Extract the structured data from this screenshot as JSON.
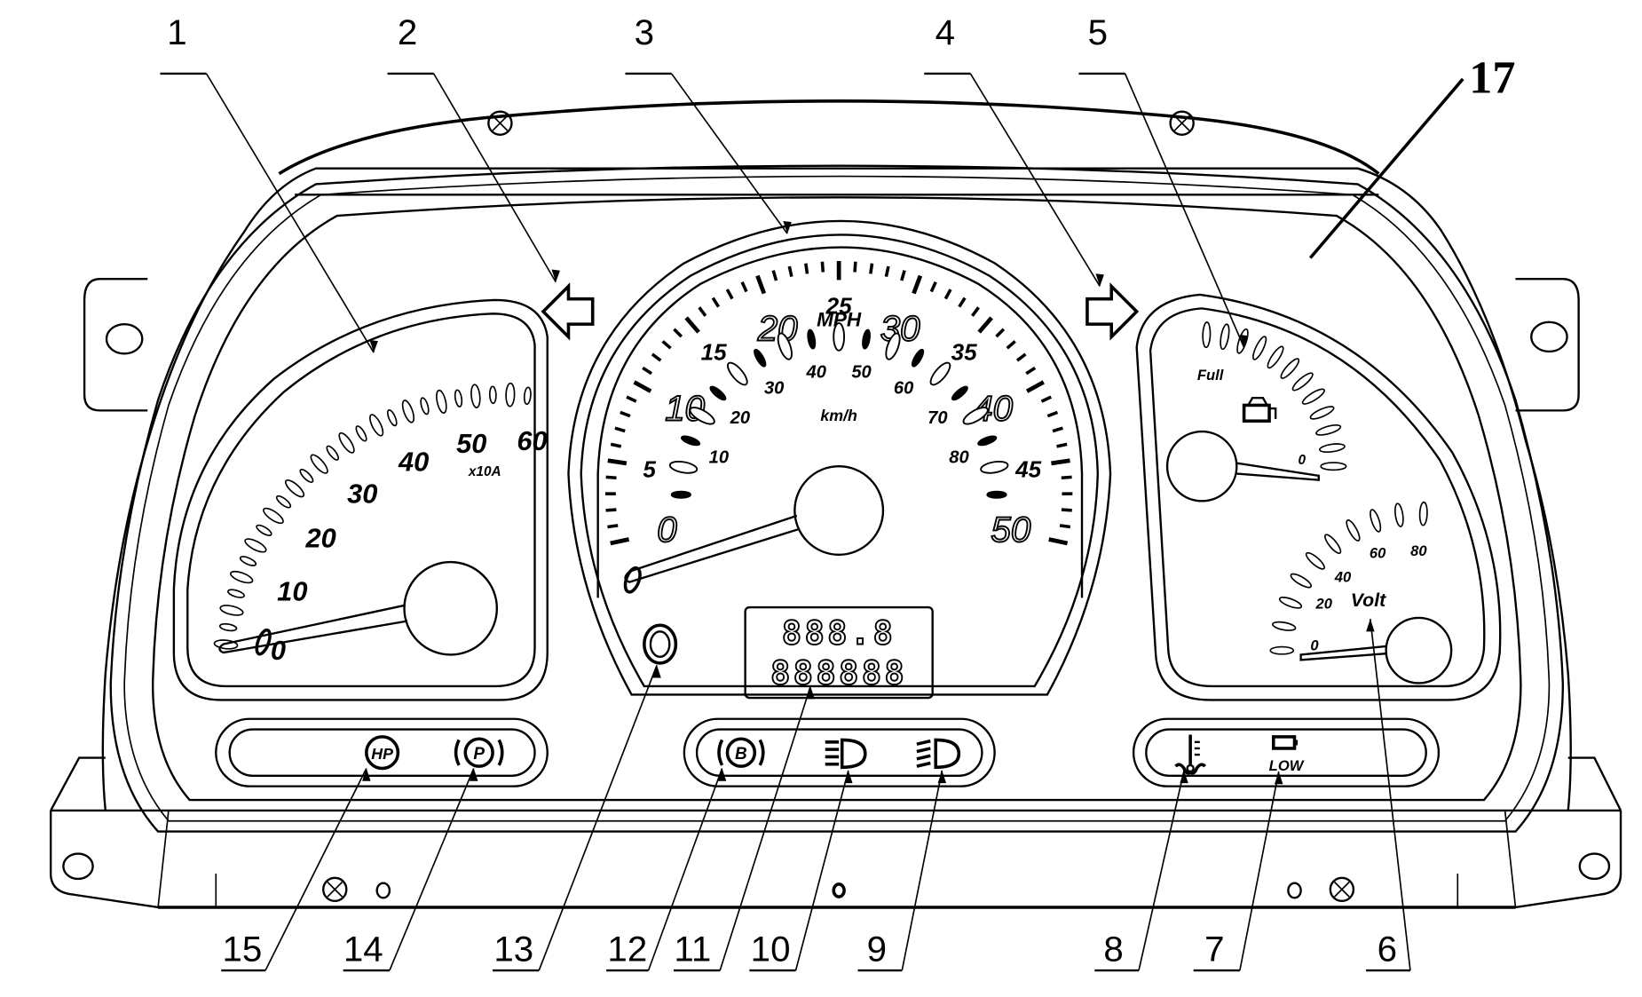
{
  "figure": {
    "callouts": [
      {
        "id": "1",
        "label": "1"
      },
      {
        "id": "2",
        "label": "2"
      },
      {
        "id": "3",
        "label": "3"
      },
      {
        "id": "4",
        "label": "4"
      },
      {
        "id": "5",
        "label": "5"
      },
      {
        "id": "6",
        "label": "6"
      },
      {
        "id": "7",
        "label": "7"
      },
      {
        "id": "8",
        "label": "8"
      },
      {
        "id": "9",
        "label": "9"
      },
      {
        "id": "10",
        "label": "10"
      },
      {
        "id": "11",
        "label": "11"
      },
      {
        "id": "12",
        "label": "12"
      },
      {
        "id": "13",
        "label": "13"
      },
      {
        "id": "14",
        "label": "14"
      },
      {
        "id": "15",
        "label": "15"
      },
      {
        "id": "17",
        "label": "17"
      }
    ]
  },
  "ammeter": {
    "scale": [
      "0",
      "10",
      "20",
      "30",
      "40",
      "50",
      "60"
    ],
    "unit": "x10A",
    "needle_value": 0
  },
  "speedometer": {
    "mph_scale": [
      "0",
      "5",
      "10",
      "15",
      "20",
      "25",
      "30",
      "35",
      "40",
      "45",
      "50"
    ],
    "mph_unit": "MPH",
    "kmh_scale": [
      "10",
      "20",
      "30",
      "40",
      "50",
      "60",
      "70",
      "80"
    ],
    "kmh_unit": "km/h",
    "needle_value": 0
  },
  "odometer": {
    "trip": "888.8",
    "total": "888888"
  },
  "fuel_gauge": {
    "full_label": "Full",
    "empty_label": "0",
    "icon": "fuel-pump-icon",
    "needle_value": 0
  },
  "voltmeter": {
    "scale": [
      "0",
      "20",
      "40",
      "60",
      "80"
    ],
    "unit": "Volt",
    "needle_value": 0
  },
  "indicators": {
    "left": [
      {
        "name": "hp-indicator",
        "text": "HP"
      },
      {
        "name": "parking-brake-indicator",
        "text": "P"
      }
    ],
    "center": [
      {
        "name": "brake-indicator",
        "text": "B"
      },
      {
        "name": "low-beam-indicator",
        "icon": "low-beam-icon"
      },
      {
        "name": "high-beam-indicator",
        "icon": "high-beam-icon"
      }
    ],
    "right": [
      {
        "name": "coolant-temp-indicator",
        "icon": "coolant-temp-icon"
      },
      {
        "name": "low-battery-indicator",
        "text": "LOW"
      }
    ]
  },
  "turn_signals": {
    "left": "left-turn-arrow-icon",
    "right": "right-turn-arrow-icon"
  }
}
